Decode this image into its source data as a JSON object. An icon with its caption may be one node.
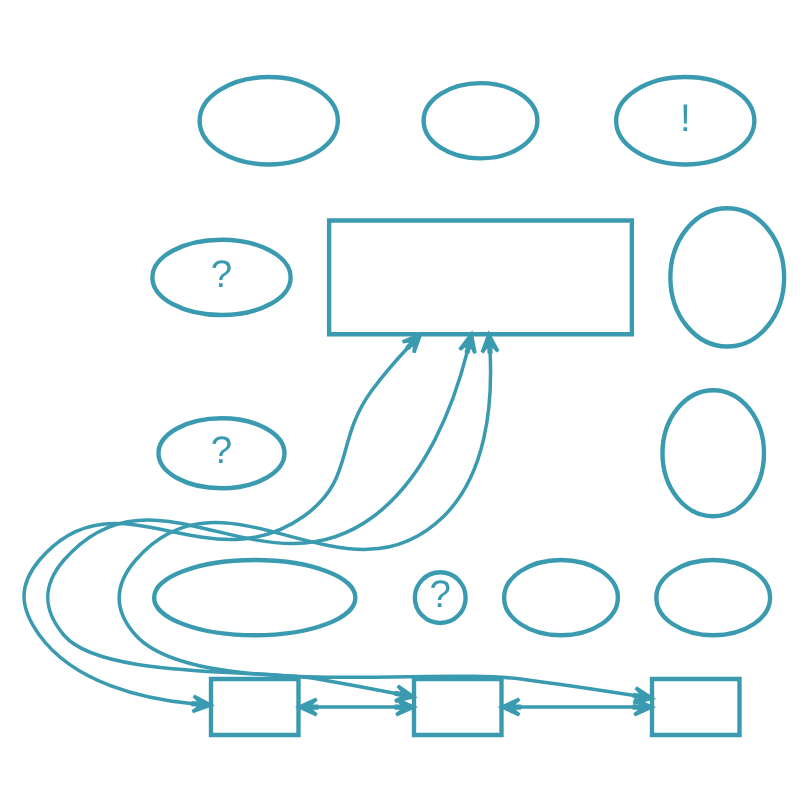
{
  "diagram": {
    "nodes": [
      {
        "text": [],
        "shape": "box"
      },
      {
        "text": [],
        "shape": "bubble"
      },
      {
        "text": [],
        "shape": "bubble"
      },
      {
        "text": [
          "!"
        ]
      },
      {
        "text": [
          "?"
        ]
      },
      {
        "text": [],
        "shape": "bubble"
      },
      {
        "text": [
          "?"
        ]
      },
      {
        "text": [],
        "shape": "bubble"
      },
      {
        "text": [],
        "shape": "bubble"
      },
      {
        "text": [
          "?"
        ]
      },
      {
        "text": [],
        "shape": "bubble"
      },
      {
        "text": [],
        "shape": "bubble"
      },
      {
        "text": [],
        "shape": "box"
      },
      {
        "text": [],
        "shape": "box"
      },
      {
        "text": [],
        "shape": "box"
      }
    ],
    "edges": [
      {
        "from": 12,
        "to": 0,
        "arrow": "both"
      },
      {
        "from": 13,
        "to": 0,
        "arrow": "both"
      },
      {
        "from": 14,
        "to": 0,
        "arrow": "both"
      },
      {
        "from": 12,
        "to": 13,
        "arrow": "both"
      },
      {
        "from": 13,
        "to": 14,
        "arrow": "both"
      }
    ]
  }
}
